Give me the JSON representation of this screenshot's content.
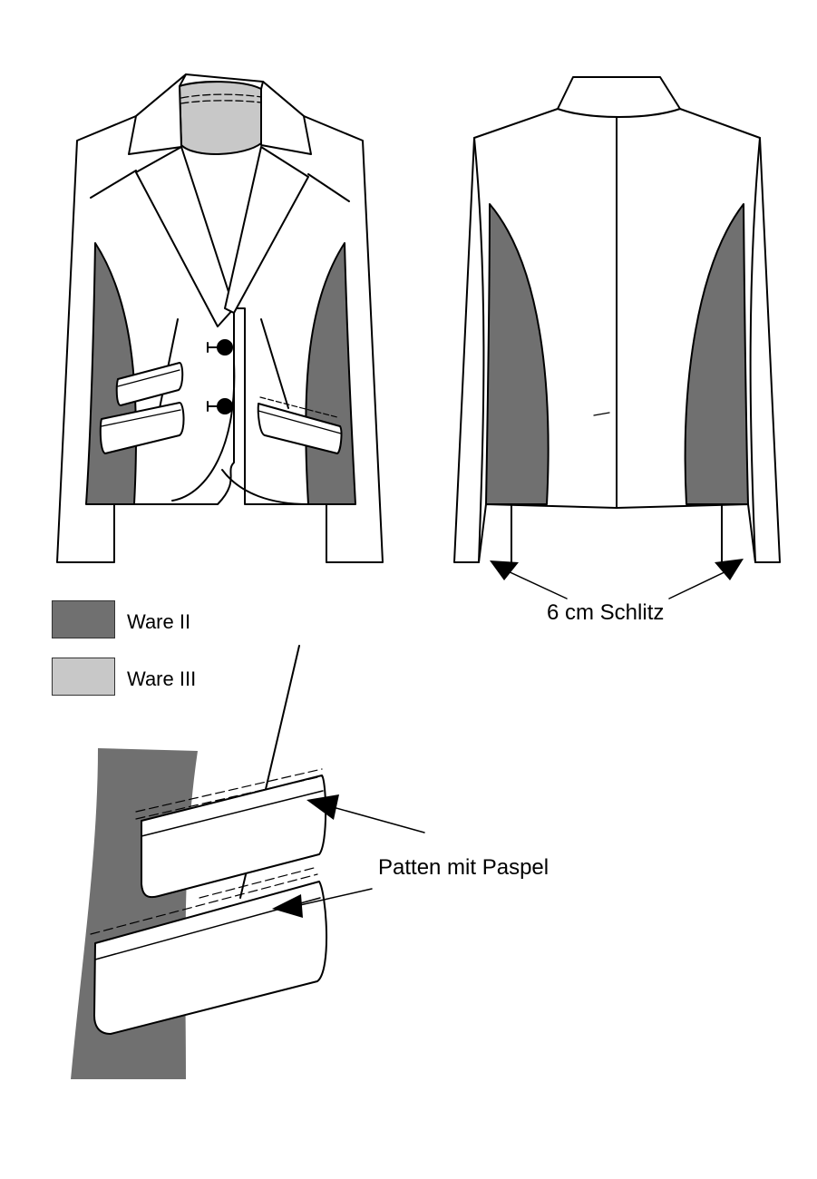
{
  "colors": {
    "outline": "#000000",
    "fabric_main": "#ffffff",
    "ware_ii": "#707070",
    "ware_iii": "#c8c8c8"
  },
  "legend": [
    {
      "label": "Ware II",
      "color": "#707070"
    },
    {
      "label": "Ware III",
      "color": "#c8c8c8"
    }
  ],
  "annotations": {
    "slit": "6 cm Schlitz",
    "flaps": "Patten mit Paspel"
  },
  "icons": {
    "front": "jacket-front-drawing",
    "back": "jacket-back-drawing",
    "detail": "pocket-flap-detail-drawing",
    "buttons": "button-icon"
  }
}
